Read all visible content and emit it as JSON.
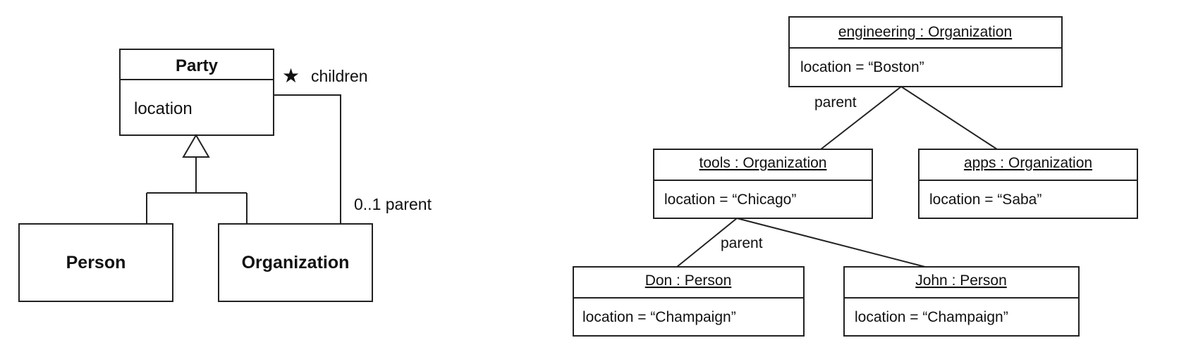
{
  "class_diagram": {
    "party": {
      "name": "Party",
      "attribute": "location"
    },
    "person": {
      "name": "Person"
    },
    "organization": {
      "name": "Organization"
    },
    "assoc_children": {
      "multiplicity": "★",
      "role": "children"
    },
    "assoc_parent": {
      "label": "0..1 parent"
    }
  },
  "object_diagram": {
    "engineering": {
      "title": "engineering : Organization",
      "attribute": "location = “Boston”"
    },
    "tools": {
      "title": "tools : Organization",
      "attribute": "location = “Chicago”"
    },
    "apps": {
      "title": "apps : Organization",
      "attribute": "location = “Saba”"
    },
    "don": {
      "title": "Don : Person",
      "attribute": "location = “Champaign”"
    },
    "john": {
      "title": "John : Person",
      "attribute": "location = “Champaign”"
    },
    "link_label_top": "parent",
    "link_label_bottom": "parent"
  }
}
